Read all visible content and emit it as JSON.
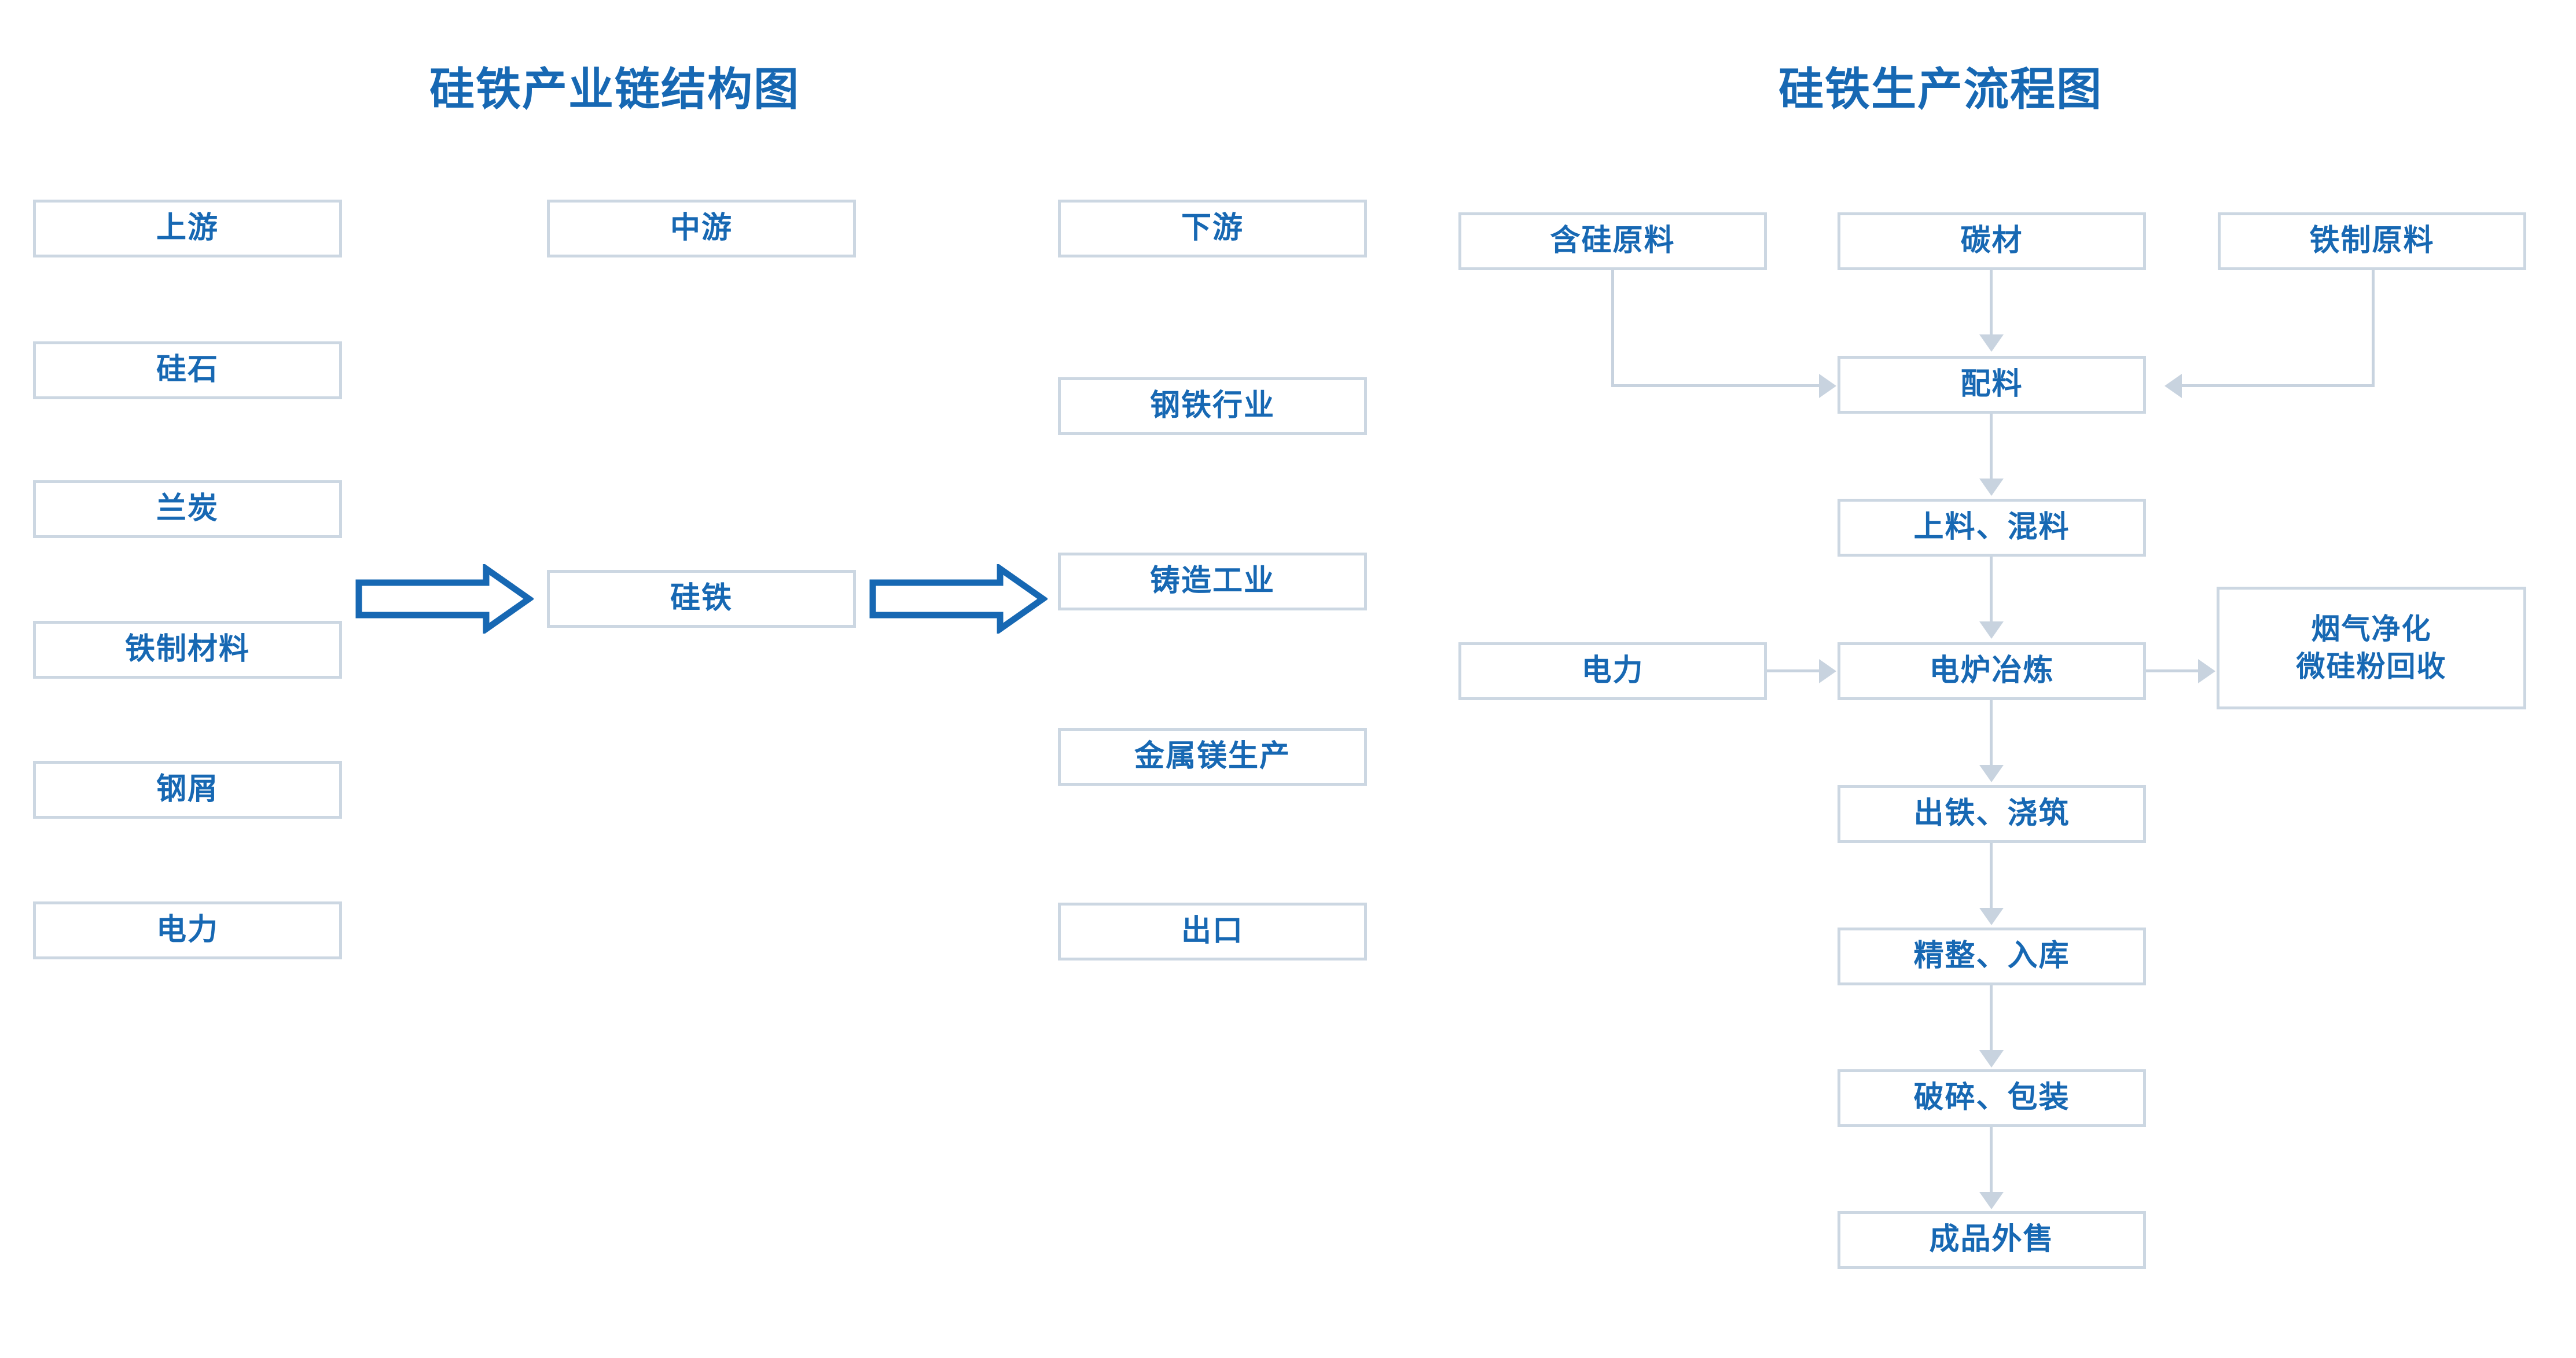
{
  "colors": {
    "text_blue": "#1768b3",
    "box_border": "#ccd7e2",
    "connector": "#c8d3df",
    "background": "#ffffff"
  },
  "left_diagram": {
    "title": "硅铁产业链结构图",
    "columns": {
      "upstream": {
        "header": "上游",
        "items": [
          "硅石",
          "兰炭",
          "铁制材料",
          "钢屑",
          "电力"
        ]
      },
      "midstream": {
        "header": "中游",
        "items": [
          "硅铁"
        ]
      },
      "downstream": {
        "header": "下游",
        "items": [
          "钢铁行业",
          "铸造工业",
          "金属镁生产",
          "出口"
        ]
      }
    },
    "arrows": [
      {
        "from": "upstream",
        "to": "midstream",
        "style": "hollow-block-arrow-right"
      },
      {
        "from": "midstream",
        "to": "downstream",
        "style": "hollow-block-arrow-right"
      }
    ]
  },
  "right_diagram": {
    "title": "硅铁生产流程图",
    "nodes": {
      "silicon_raw": "含硅原料",
      "carbon": "碳材",
      "iron_raw": "铁制原料",
      "batching": "配料",
      "feeding_mixing": "上料、混料",
      "power": "电力",
      "furnace_smelting": "电炉冶炼",
      "flue_gas": "烟气净化\n微硅粉回收",
      "tapping_casting": "出铁、浇筑",
      "finishing_storage": "精整、入库",
      "crushing_packing": "破碎、包装",
      "finished_sale": "成品外售"
    },
    "edges": [
      {
        "from": "silicon_raw",
        "to": "batching"
      },
      {
        "from": "carbon",
        "to": "batching"
      },
      {
        "from": "iron_raw",
        "to": "batching"
      },
      {
        "from": "batching",
        "to": "feeding_mixing"
      },
      {
        "from": "feeding_mixing",
        "to": "furnace_smelting"
      },
      {
        "from": "power",
        "to": "furnace_smelting"
      },
      {
        "from": "furnace_smelting",
        "to": "flue_gas"
      },
      {
        "from": "furnace_smelting",
        "to": "tapping_casting"
      },
      {
        "from": "tapping_casting",
        "to": "finishing_storage"
      },
      {
        "from": "finishing_storage",
        "to": "crushing_packing"
      },
      {
        "from": "crushing_packing",
        "to": "finished_sale"
      }
    ]
  }
}
